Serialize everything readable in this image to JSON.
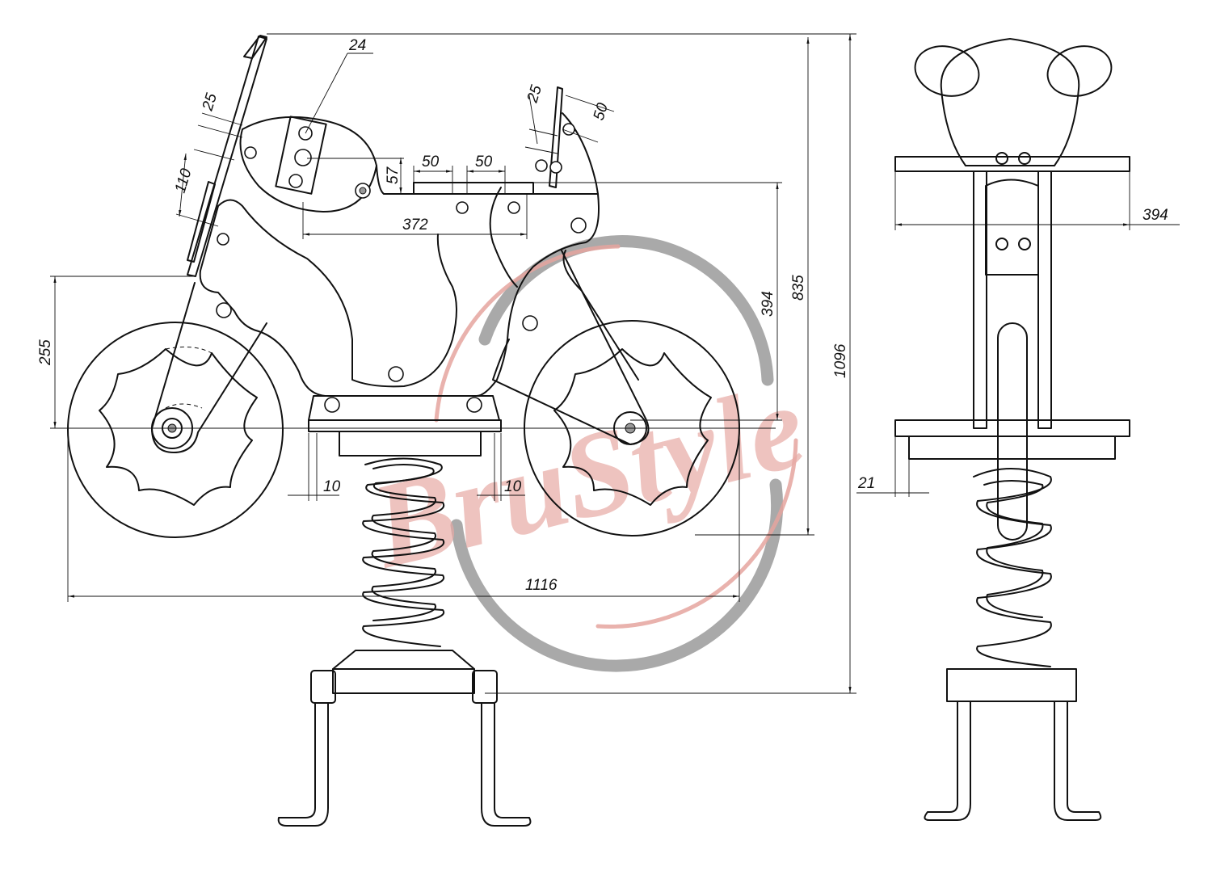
{
  "drawing": {
    "watermark": {
      "text": "BruStyle",
      "colors": {
        "ring": "#9a9a9a",
        "accent": "#e5a49f"
      }
    },
    "side_view": {
      "dimensions": [
        {
          "id": "bolt-spacing-top",
          "value": "24"
        },
        {
          "id": "front-bracket-offset",
          "value": "25"
        },
        {
          "id": "front-bracket-height",
          "value": "110"
        },
        {
          "id": "rear-bracket-offset",
          "value": "25"
        },
        {
          "id": "rear-bracket-height",
          "value": "50"
        },
        {
          "id": "seat-bolt-a",
          "value": "50"
        },
        {
          "id": "seat-bolt-b",
          "value": "50"
        },
        {
          "id": "tank-drop",
          "value": "57"
        },
        {
          "id": "seat-length",
          "value": "372"
        },
        {
          "id": "seat-above-base",
          "value": "394"
        },
        {
          "id": "seat-height",
          "value": "835"
        },
        {
          "id": "total-height",
          "value": "1096"
        },
        {
          "id": "axle-height",
          "value": "255"
        },
        {
          "id": "plate-margin-left",
          "value": "10"
        },
        {
          "id": "plate-margin-right",
          "value": "10"
        },
        {
          "id": "total-length",
          "value": "1116"
        }
      ]
    },
    "front_view": {
      "dimensions": [
        {
          "id": "handlebar-width",
          "value": "394"
        },
        {
          "id": "footrest-offset",
          "value": "21"
        }
      ]
    }
  }
}
